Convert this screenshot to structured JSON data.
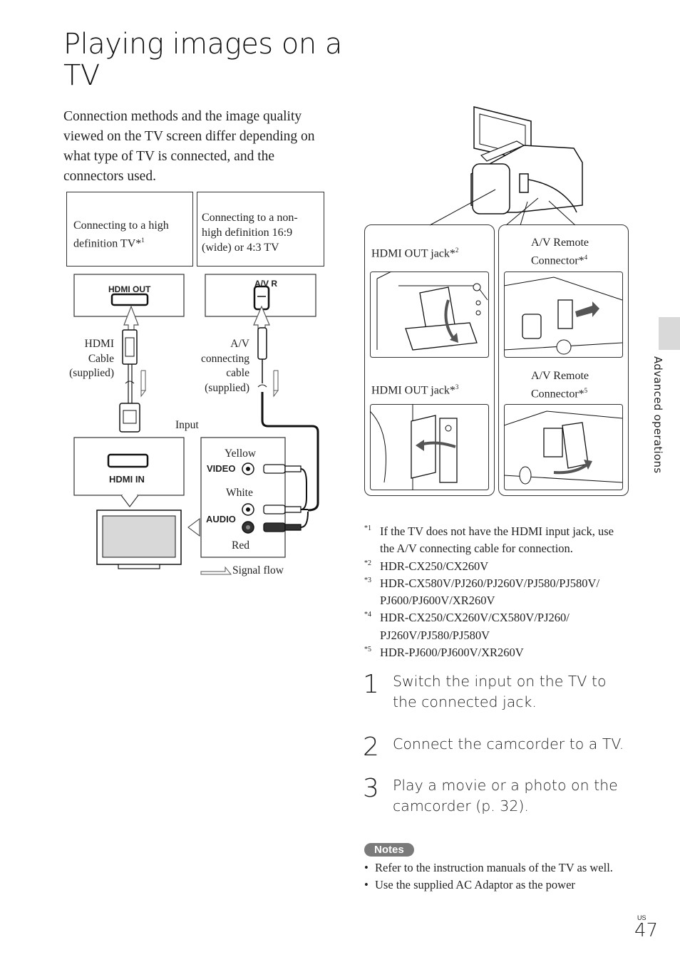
{
  "page": {
    "title": "Playing images on a TV",
    "intro": "Connection methods and the image quality viewed on the TV screen differ depending on what type of TV is connected, and the connectors used.",
    "side_label": "Advanced operations",
    "page_number_prefix": "US",
    "page_number": "47"
  },
  "diagram": {
    "col_hd": {
      "label": "Connecting to a high definition TV*",
      "sup": "1"
    },
    "col_sd": {
      "label": "Connecting to a non-high definition 16:9 (wide) or 4:3 TV"
    },
    "hdmi_out_jack": "HDMI OUT",
    "av_r_jack": "A/V R",
    "hdmi_cable_label": "HDMI Cable (supplied)",
    "av_cable_label": "A/V connecting cable (supplied)",
    "input_label": "Input",
    "hdmi_in_jack": "HDMI IN",
    "yellow_label": "Yellow",
    "video_label": "VIDEO",
    "white_label": "White",
    "audio_label": "AUDIO",
    "red_label": "Red",
    "signal_flow_label": "Signal flow"
  },
  "camera_panels": {
    "p1": {
      "label": "HDMI OUT jack*",
      "sup": "2"
    },
    "p2": {
      "label": "A/V Remote Connector*",
      "sup": "4"
    },
    "p3": {
      "label": "HDMI OUT jack*",
      "sup": "3"
    },
    "p4": {
      "label": "A/V Remote Connector*",
      "sup": "5"
    }
  },
  "footnotes": [
    {
      "mark": "*1",
      "text": "If the TV does not have the HDMI input jack, use the A/V connecting cable for connection."
    },
    {
      "mark": "*2",
      "text": "HDR-CX250/CX260V"
    },
    {
      "mark": "*3",
      "text": "HDR-CX580V/PJ260/PJ260V/PJ580/PJ580V/ PJ600/PJ600V/XR260V"
    },
    {
      "mark": "*4",
      "text": "HDR-CX250/CX260V/CX580V/PJ260/ PJ260V/PJ580/PJ580V"
    },
    {
      "mark": "*5",
      "text": "HDR-PJ600/PJ600V/XR260V"
    }
  ],
  "steps": [
    {
      "num": "1",
      "text": "Switch the input on the TV to the connected jack."
    },
    {
      "num": "2",
      "text": "Connect the camcorder to a TV."
    },
    {
      "num": "3",
      "text": "Play a movie or a photo on the camcorder (p. 32)."
    }
  ],
  "notes": {
    "badge": "Notes",
    "items": [
      "Refer to the instruction manuals of the TV as well.",
      "Use the supplied AC Adaptor as the power"
    ]
  }
}
